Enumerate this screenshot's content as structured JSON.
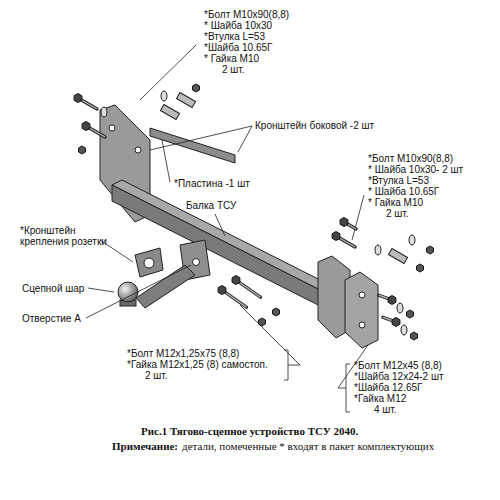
{
  "diagram": {
    "caption": "Рис.1 Тягово-сцепное устройство ТСУ 2040.",
    "labels": [
      "*Болт М10х90(8,8)",
      "* Шайба 10х30",
      "*Втулка L=53",
      "*Шайба 10.65Г",
      "* Гайка М10",
      "2 шт.",
      "Кронштейн боковой -2 шт",
      "*Пластина -1 шт",
      "*Болт М10х90(8,8)",
      "* Шайба 10х30- 2 шт",
      "*Втулка L=53",
      "* Шайба 10.65Г",
      "* Гайка М10",
      "2 шт.",
      "*Кронштейн крепления розетки",
      "Балка ТСУ",
      "Сцепной шар",
      "Отверстие А",
      "*Болт М12х1,25х75 (8,8)",
      "*Гайка М12х1,25 (8) самостоп.",
      "2 шт.",
      "*Болт М12х45 (8,8)",
      "*Шайба 12х24-2 шт",
      "*Шайба 12.65Г",
      "*Гайка М12",
      "4 шт.",
      "Примечание:",
      "детали, помеченные * входят в пакет комплектующих"
    ]
  }
}
